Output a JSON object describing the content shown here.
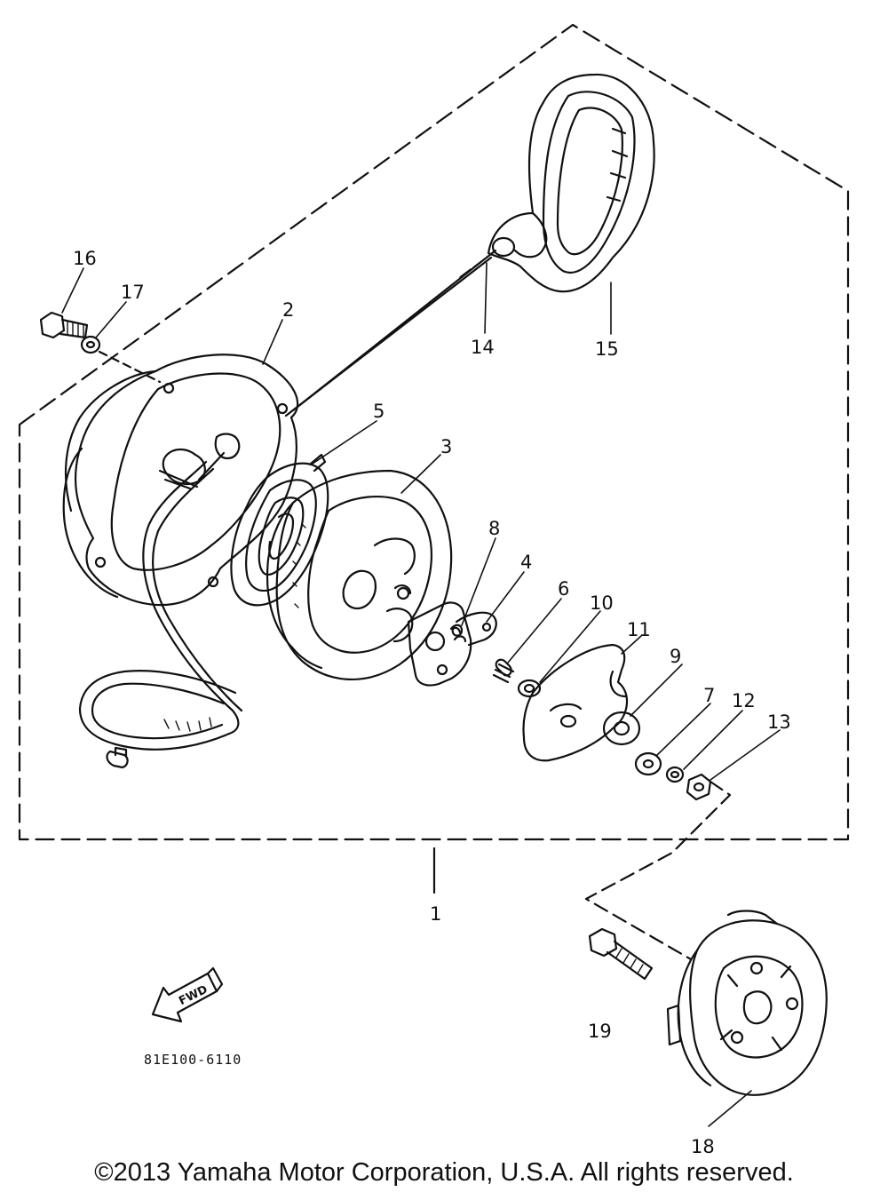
{
  "diagram": {
    "drawing_code": "81E100-6110",
    "direction_tag": "FWD",
    "callouts": {
      "p1": "1",
      "p2": "2",
      "p3": "3",
      "p4": "4",
      "p5": "5",
      "p6": "6",
      "p7": "7",
      "p8": "8",
      "p9": "9",
      "p10": "10",
      "p11": "11",
      "p12": "12",
      "p13": "13",
      "p14": "14",
      "p15": "15",
      "p16": "16",
      "p17": "17",
      "p18": "18",
      "p19": "19"
    }
  },
  "footer": {
    "copyright": "©2013 Yamaha Motor Corporation, U.S.A. All rights reserved."
  }
}
